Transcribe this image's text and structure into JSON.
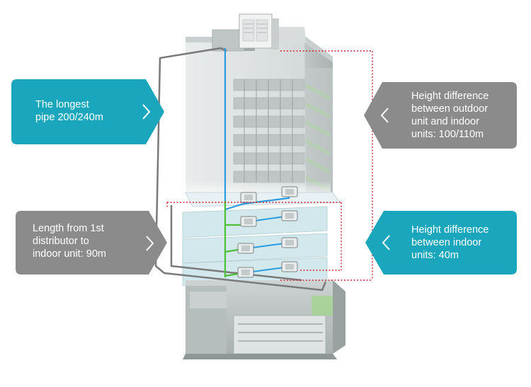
{
  "callouts": {
    "longest_pipe": {
      "lines": [
        "The longest",
        "pipe 200/240m"
      ],
      "color": "#1aa7bd"
    },
    "length_first_distributor": {
      "lines": [
        "Length from 1st",
        "distributor to",
        "indoor unit: 90m"
      ],
      "color": "#8b8b8b"
    },
    "height_outdoor_indoor": {
      "lines": [
        "Height difference",
        "between outdoor",
        "unit and indoor",
        "units: 100/110m"
      ],
      "color": "#8b8b8b"
    },
    "height_indoor_indoor": {
      "lines": [
        "Height difference",
        "between indoor",
        "units: 40m"
      ],
      "color": "#1aa7bd"
    }
  },
  "colors": {
    "refrigerant_pipe": "#2b9be0",
    "distributor_pipe": "#4fbf3a",
    "long_pipe_route": "#7a7a7a",
    "dimension_line": "#d0262e",
    "building_facade": "#dfe3e3",
    "glass_band": "#8fcf7a",
    "floor_slab": "#cfe7ea"
  },
  "icons": [
    "outdoor-unit-icon",
    "cassette-indoor-unit-icon",
    "chevron-right-icon",
    "chevron-left-icon"
  ]
}
